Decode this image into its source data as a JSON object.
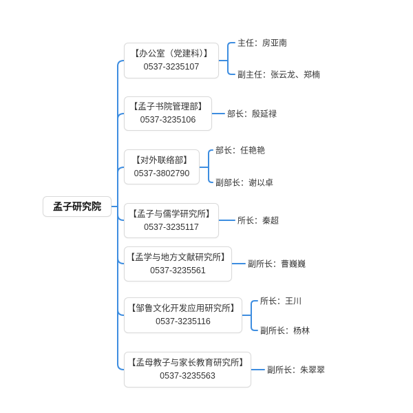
{
  "root": {
    "label": "孟子研究院"
  },
  "departments": [
    {
      "name": "【办公室（党建科）】",
      "phone": "0537-3235107",
      "leaders": [
        "主任：房亚南",
        "副主任：张云龙、郑楠"
      ]
    },
    {
      "name": "【孟子书院管理部】",
      "phone": "0537-3235106",
      "leaders": [
        "部长：殷延禄"
      ]
    },
    {
      "name": "【对外联络部】",
      "phone": "0537-3802790",
      "leaders": [
        "部长：任艳艳",
        "副部长：谢以卓"
      ]
    },
    {
      "name": "【孟子与儒学研究所】",
      "phone": "0537-3235117",
      "leaders": [
        "所长：秦超"
      ]
    },
    {
      "name": "【孟学与地方文献研究所】",
      "phone": "0537-3235561",
      "leaders": [
        "副所长：曹巍巍"
      ]
    },
    {
      "name": "【邹鲁文化开发应用研究所】",
      "phone": "0537-3235116",
      "leaders": [
        "所长：王川",
        "副所长：杨林"
      ]
    },
    {
      "name": "【孟母教子与家长教育研究所】",
      "phone": "0537-3235563",
      "leaders": [
        "副所长：朱翠翠"
      ]
    }
  ],
  "colors": {
    "connector": "#3d8de0",
    "node_border": "#d9d9d9",
    "text": "#333333"
  }
}
